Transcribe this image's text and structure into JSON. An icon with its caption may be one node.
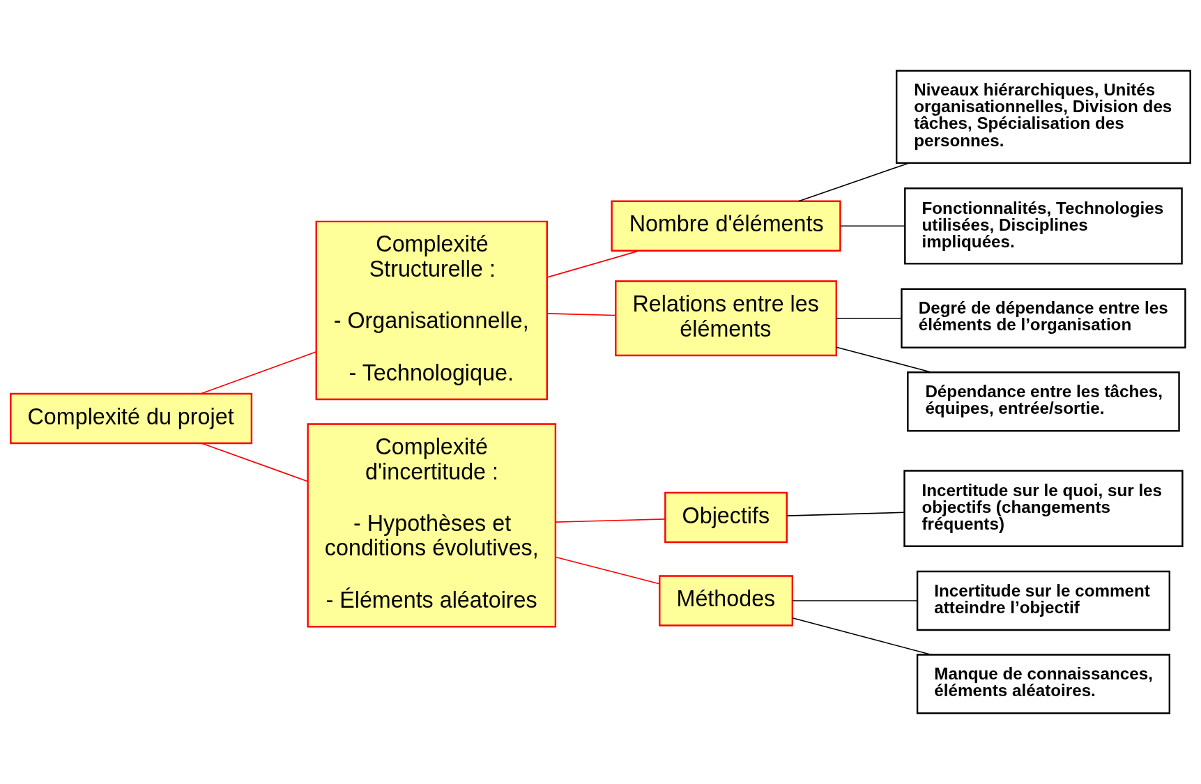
{
  "diagram": {
    "nodes": [
      {
        "text": [
          "Complexité du projet"
        ]
      },
      {
        "text": [
          "Complexité Structurelle :",
          "- Organisationnelle,",
          "- Technologique."
        ]
      },
      {
        "text": [
          "Complexité d'incertitude :",
          "- Hypothèses et conditions évolutives,",
          "- Éléments aléatoires"
        ]
      },
      {
        "text": [
          "Nombre d'éléments"
        ]
      },
      {
        "text": [
          "Relations entre les éléments"
        ]
      },
      {
        "text": [
          "Objectifs"
        ]
      },
      {
        "text": [
          "Méthodes"
        ]
      },
      {
        "text": [
          "Niveaux hiérarchiques, Unités organisationnelles, Division des tâches, Spécialisation des personnes."
        ]
      },
      {
        "text": [
          "Fonctionnalités, Technologies utilisées, Disciplines impliquées."
        ]
      },
      {
        "text": [
          "Degré de dépendance entre les éléments de l’organisation"
        ]
      },
      {
        "text": [
          "Dépendance entre les tâches, équipes, entrée/sortie."
        ]
      },
      {
        "text": [
          "Incertitude sur le quoi, sur les objectifs (changements fréquents)"
        ]
      },
      {
        "text": [
          "Incertitude sur le comment atteindre l’objectif"
        ]
      },
      {
        "text": [
          "Manque de connaissances, éléments aléatoires."
        ]
      }
    ],
    "edges": [
      {
        "from": 0,
        "to": 1,
        "arrow": "none",
        "color": "#ff0000"
      },
      {
        "from": 0,
        "to": 2,
        "arrow": "none",
        "color": "#ff0000"
      },
      {
        "from": 1,
        "to": 3,
        "arrow": "none",
        "color": "#ff0000"
      },
      {
        "from": 1,
        "to": 4,
        "arrow": "none",
        "color": "#ff0000"
      },
      {
        "from": 2,
        "to": 5,
        "arrow": "none",
        "color": "#ff0000"
      },
      {
        "from": 2,
        "to": 6,
        "arrow": "none",
        "color": "#ff0000"
      },
      {
        "from": 3,
        "to": 7,
        "arrow": "none"
      },
      {
        "from": 3,
        "to": 8,
        "arrow": "none"
      },
      {
        "from": 4,
        "to": 9,
        "arrow": "none"
      },
      {
        "from": 4,
        "to": 10,
        "arrow": "none"
      },
      {
        "from": 5,
        "to": 11,
        "arrow": "none"
      },
      {
        "from": 6,
        "to": 12,
        "arrow": "none"
      },
      {
        "from": 6,
        "to": 13,
        "arrow": "none"
      }
    ]
  }
}
